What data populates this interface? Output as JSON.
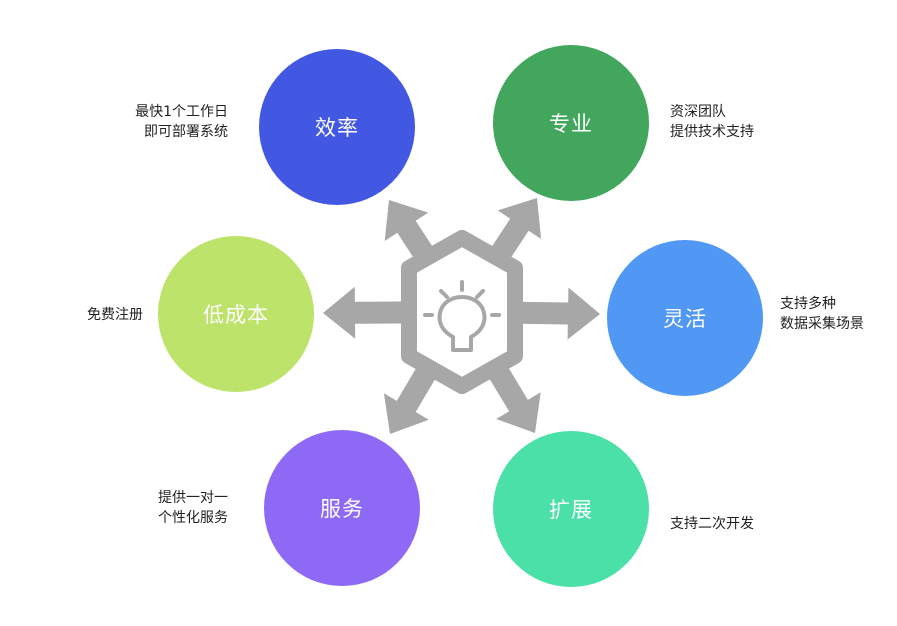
{
  "colors": {
    "arrow_gray": "#a6a7a6",
    "hub_fill": "#ffffff"
  },
  "hub_icon": "lightbulb-icon",
  "nodes": [
    {
      "id": "efficiency",
      "label": "效率",
      "color": "#4257e2",
      "desc": [
        "最快1个工作日",
        "即可部署系统"
      ]
    },
    {
      "id": "professional",
      "label": "专业",
      "color": "#42a65c",
      "desc": [
        "资深团队",
        "提供技术支持"
      ]
    },
    {
      "id": "low_cost",
      "label": "低成本",
      "color": "#bde36a",
      "desc": [
        "免费注册"
      ]
    },
    {
      "id": "flexible",
      "label": "灵活",
      "color": "#5098f3",
      "desc": [
        "支持多种",
        "数据采集场景"
      ]
    },
    {
      "id": "service",
      "label": "服务",
      "color": "#8e69f6",
      "desc": [
        "提供一对一",
        "个性化服务"
      ]
    },
    {
      "id": "extension",
      "label": "扩展",
      "color": "#4ae0a8",
      "desc": [
        "支持二次开发"
      ]
    }
  ]
}
